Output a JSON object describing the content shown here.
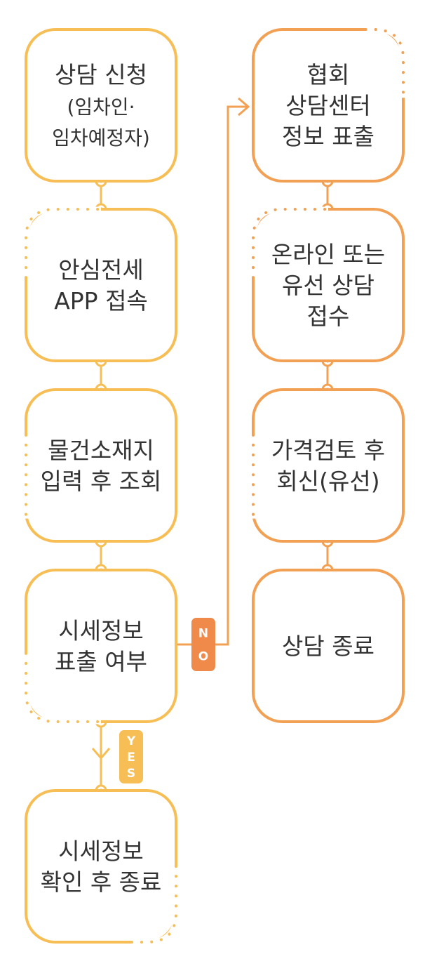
{
  "colors": {
    "left_stroke": "#F7BE55",
    "right_stroke": "#F2A154",
    "no_badge": "#F08A4B",
    "yes_badge": "#F7BE55",
    "text": "#333333"
  },
  "left_column": [
    {
      "id": "apply",
      "lines": [
        "상담 신청",
        "(임차인·",
        "임차예정자)"
      ]
    },
    {
      "id": "app-access",
      "lines": [
        "안심전세",
        "APP 접속"
      ]
    },
    {
      "id": "address-input",
      "lines": [
        "물건소재지",
        "입력 후 조회"
      ]
    },
    {
      "id": "price-exposed",
      "lines": [
        "시세정보",
        "표출 여부"
      ]
    },
    {
      "id": "confirm-end",
      "lines": [
        "시세정보",
        "확인 후 종료"
      ]
    }
  ],
  "right_column": [
    {
      "id": "association-info",
      "lines": [
        "협회",
        "상담센터",
        "정보 표출"
      ]
    },
    {
      "id": "consult-receive",
      "lines": [
        "온라인 또는",
        "유선 상담",
        "접수"
      ]
    },
    {
      "id": "price-review",
      "lines": [
        "가격검토 후",
        "회신(유선)"
      ]
    },
    {
      "id": "consult-end",
      "lines": [
        "상담 종료"
      ]
    }
  ],
  "branches": {
    "no_label": [
      "N",
      "O"
    ],
    "yes_label": [
      "Y",
      "E",
      "S"
    ]
  }
}
